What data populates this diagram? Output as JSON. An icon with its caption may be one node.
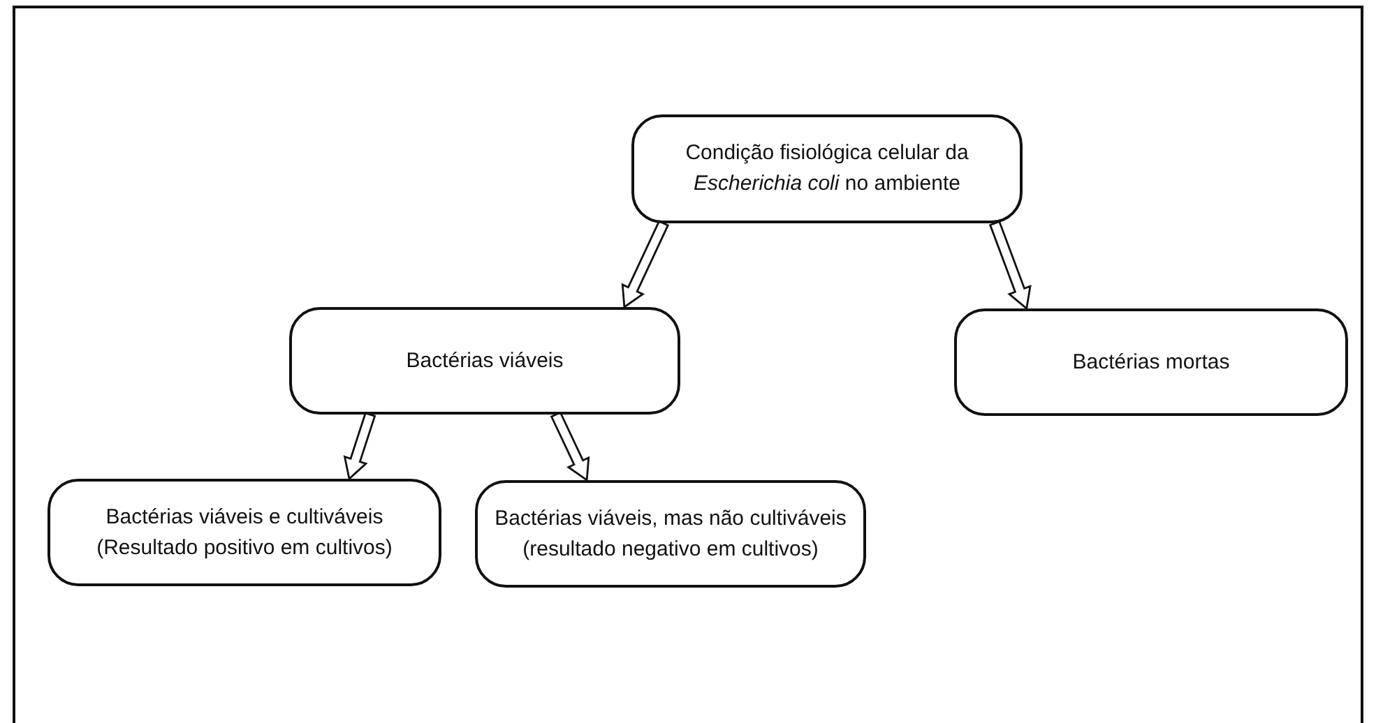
{
  "diagram": {
    "nodes": [
      {
        "text": [
          "Condição fisiológica celular da *Escherichia coli* no ambiente"
        ]
      },
      {
        "text": [
          "Bactérias viáveis"
        ]
      },
      {
        "text": [
          "Bactérias mortas"
        ]
      },
      {
        "text": [
          "Bactérias viáveis e cultiváveis",
          "(Resultado positivo em cultivos)"
        ]
      },
      {
        "text": [
          "Bactérias viáveis, mas não cultiváveis",
          "(resultado negativo em cultivos)"
        ]
      }
    ],
    "edges": [
      {
        "from": 0,
        "to": 1,
        "arrow": "to"
      },
      {
        "from": 0,
        "to": 2,
        "arrow": "to"
      },
      {
        "from": 1,
        "to": 3,
        "arrow": "to"
      },
      {
        "from": 1,
        "to": 4,
        "arrow": "to"
      }
    ]
  }
}
